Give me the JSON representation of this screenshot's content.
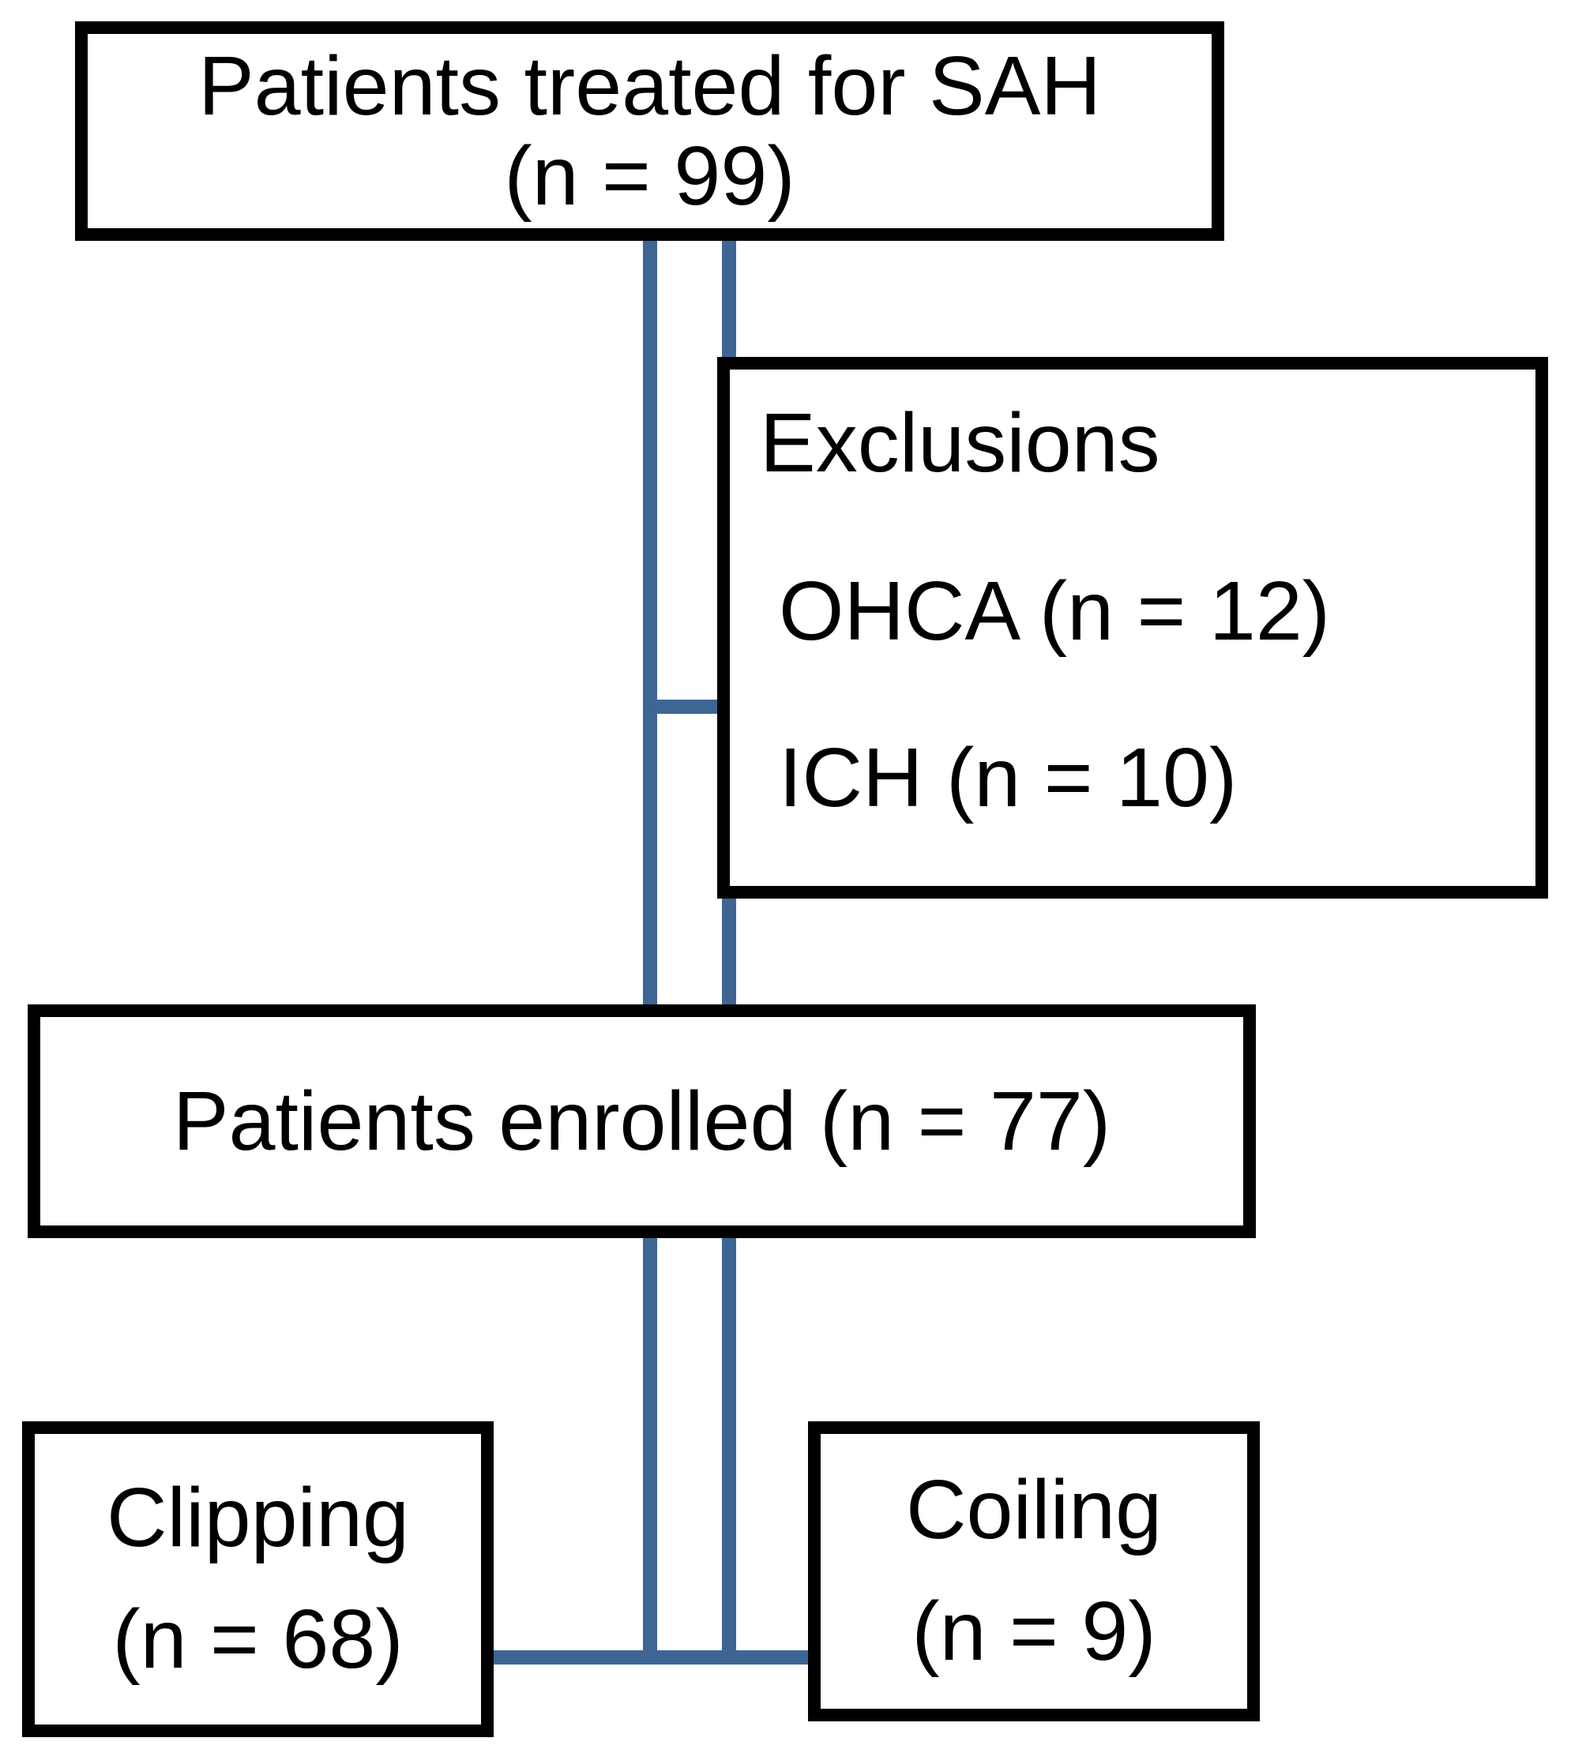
{
  "diagram_type": "patient-flow-consort",
  "boxes": {
    "sah": {
      "line1": "Patients treated for SAH",
      "line2": "(n = 99)"
    },
    "exclusions": {
      "title": "Exclusions",
      "item1": "OHCA (n = 12)",
      "item2": "ICH (n = 10)"
    },
    "enrolled": {
      "line1": "Patients enrolled (n = 77)"
    },
    "clipping": {
      "line1": "Clipping",
      "line2": "(n = 68)"
    },
    "coiling": {
      "line1": "Coiling",
      "line2": "(n = 9)"
    }
  },
  "counts": {
    "treated_sah": 99,
    "excluded_ohca": 12,
    "excluded_ich": 10,
    "enrolled": 77,
    "clipping": 68,
    "coiling": 9
  },
  "edges": [
    {
      "from": "patients-treated-sah",
      "to": "exclusions"
    },
    {
      "from": "patients-treated-sah",
      "to": "patients-enrolled"
    },
    {
      "from": "patients-enrolled",
      "to": "clipping"
    },
    {
      "from": "patients-enrolled",
      "to": "coiling"
    }
  ],
  "colors": {
    "connector_blue": "#3E6695",
    "box_border": "#000000",
    "text": "#000000",
    "background": "#FFFFFF"
  }
}
